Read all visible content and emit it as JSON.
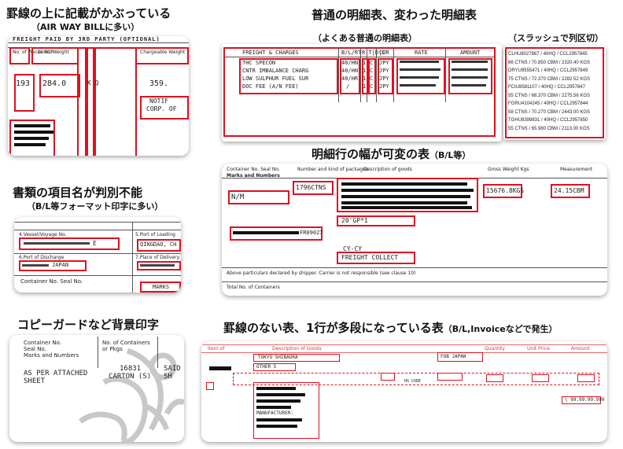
{
  "sections": {
    "overlap": {
      "title": "罫線の上に記載がかぶっている",
      "subtitle": "（AIR WAY BILLに多い）"
    },
    "normal": {
      "title": "普通の明細表、変わった明細表",
      "sub_left": "（よくある普通の明細表）",
      "sub_right": "（スラッシュで列区切）"
    },
    "variable": {
      "title": "明細行の幅が可変の表",
      "title_note": "（B/L等）"
    },
    "unknown": {
      "title": "書類の項目名が判別不能",
      "subtitle": "（B/L等フォーマット印字に多い）"
    },
    "copyguard": {
      "title": "コピーガードなど背景印字"
    },
    "noline": {
      "title": "罫線のない表、1行が多段になっている表",
      "title_note": "（B/L,Invoiceなどで発生）"
    }
  },
  "overlap_doc": {
    "header_text": "FREIGHT PAID BY 3RD PARTY (OPTIONAL)",
    "col1": "No. of Pieces RCP",
    "col2": "Gross Weight",
    "col3": "Chargeable Weight",
    "pieces": "193",
    "weight": "284.0",
    "weight_unit": "K Q",
    "chg_weight": "359.",
    "notify": "NOTIF",
    "corp": "CORP. OF"
  },
  "normal_doc": {
    "headers": [
      "FREIGHT & CHARGES",
      "B/L/RT",
      "R|T|D|C",
      "CUR",
      "RATE",
      "AMOUNT"
    ],
    "rows": [
      [
        "THC SPECON",
        "40/HN",
        "1",
        "C",
        "JPY"
      ],
      [
        "CNTR IMBALANCE CHARG",
        "40/HN",
        "1",
        "C",
        "JPY"
      ],
      [
        "LOW SULPHUR FUEL SUR",
        "40/HR",
        "1",
        "C",
        "JPY"
      ],
      [
        "DOC FEE (A/N FEE)",
        "/",
        "1",
        "C",
        "JPY"
      ]
    ]
  },
  "slash_doc": {
    "rows": [
      "CLHU8027867 / 40HQ / CCL2957845",
      "66 CTNS / 70.850 CBM / 2320.40 KGS",
      "DRYU9555471 / 40HQ / CCL2957849",
      "75 CTNS / 72.370 CBM / 2282.52 KGS",
      "FCIU8581107 / 40HQ / CCL2957847",
      "55 CTNS / 68.370 CBM / 2275.56 KGS",
      "FGRU4104245 / 40HQ / CCL2957844",
      "58 CTNS / 70.270 CBM / 2443.00 KGS",
      "TGHU8399831 / 40HQ / CCL2957850",
      "55 CTNS / 65.980 CBM / 2113.00 KGS"
    ]
  },
  "variable_doc": {
    "col_container": "Container No. Seal No.",
    "col_marks": "Marks and Numbers",
    "col_number": "Number and kind of packages",
    "col_desc": "Description of goods",
    "col_weight": "Gross Weight Kgs",
    "col_measure": "Measurement",
    "marks": "N/M",
    "packages": "1796CTNS",
    "weight": "15676.8KGS",
    "measure": "24.15CBM",
    "container_type": "20'GP*1",
    "container_id": "FR09027",
    "cy": "CY-CY",
    "freight": "FREIGHT COLLECT",
    "footer_note": "Above particulars declared by shipper. Carrier is not responsible (see clause 10)",
    "total_label": "Total No. of Containers"
  },
  "unknown_doc": {
    "box1": "4.Vessel/Voyage No.",
    "box2": "5.Port of Loading",
    "load_port": "QINGDAO, CH",
    "box3": "6.Port of Discharge",
    "box4": "7.Place of Delivery",
    "discharge": "JAPAN",
    "container_label": "Container No. Seal No.",
    "marks_label": "MARKS"
  },
  "copyguard_doc": {
    "label1": "Container No.",
    "label2": "Seal No.",
    "label3": "Marks and Numbers",
    "label4": "No. of Containers or Pkgs",
    "marks_text_1": "AS PER ATTACHED",
    "marks_text_2": "SHEET",
    "count": "16831",
    "unit": "CARTON (S)",
    "side1": "SAID",
    "side2": "SH"
  },
  "noline_doc": {
    "headers": [
      "Item of",
      "Description of Goods",
      "Quantity",
      "Unit Price",
      "Amount"
    ],
    "consignee": "TOKYO SHIBAURA",
    "other": "OTHER S",
    "origin": "FOB JAPAN",
    "hscode": "HS CODE",
    "manufacturer": "MANUFACTURER:",
    "amount_right": "\\ 99.99.99.999"
  }
}
